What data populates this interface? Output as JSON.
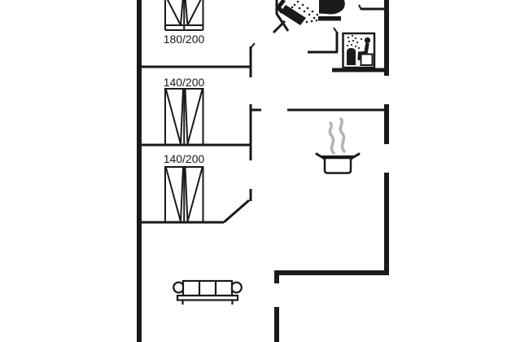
{
  "plan": {
    "background_color": "#ffffff",
    "line_color": "#1a1a1a",
    "steam_color": "#b5b5b5",
    "bedrooms": [
      {
        "bed_size_label": "180/200"
      },
      {
        "bed_size_label": "140/200"
      },
      {
        "bed_size_label": "140/200"
      }
    ],
    "icons": {
      "bathroom_shower": "shower-icon",
      "bathroom_toilet": "toilet-icon",
      "sauna": "sauna-icon",
      "kitchen": "cooking-pot-icon",
      "living_room": "sofa-icon"
    }
  }
}
